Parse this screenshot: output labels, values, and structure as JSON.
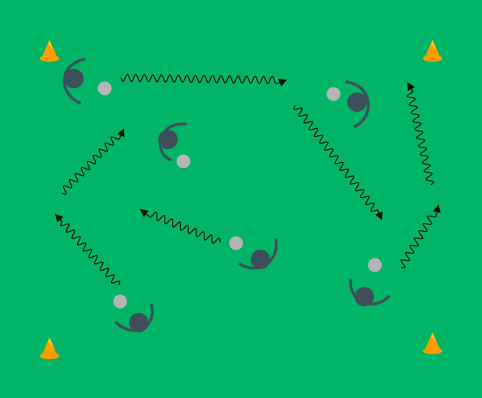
{
  "pitch": {
    "color": "#00b566"
  },
  "colors": {
    "cone": "#ff9d00",
    "cone_highlight": "#ffd21f",
    "player": "#3e4f5b",
    "ball": "#b5b5b5",
    "dribble_path": "#111111"
  },
  "cones": [
    {
      "id": "top-left"
    },
    {
      "id": "top-right"
    },
    {
      "id": "bottom-left"
    },
    {
      "id": "bottom-right"
    }
  ],
  "players": [
    {
      "id": "player-1",
      "has_ball": true
    },
    {
      "id": "player-2",
      "has_ball": true
    },
    {
      "id": "player-3",
      "has_ball": true
    },
    {
      "id": "player-4",
      "has_ball": true
    },
    {
      "id": "player-5",
      "has_ball": true
    },
    {
      "id": "player-6",
      "has_ball": true
    }
  ],
  "dribble_paths": [
    {
      "id": "path-1"
    },
    {
      "id": "path-2"
    },
    {
      "id": "path-3"
    },
    {
      "id": "path-4"
    },
    {
      "id": "path-5"
    },
    {
      "id": "path-6"
    },
    {
      "id": "path-7"
    }
  ]
}
